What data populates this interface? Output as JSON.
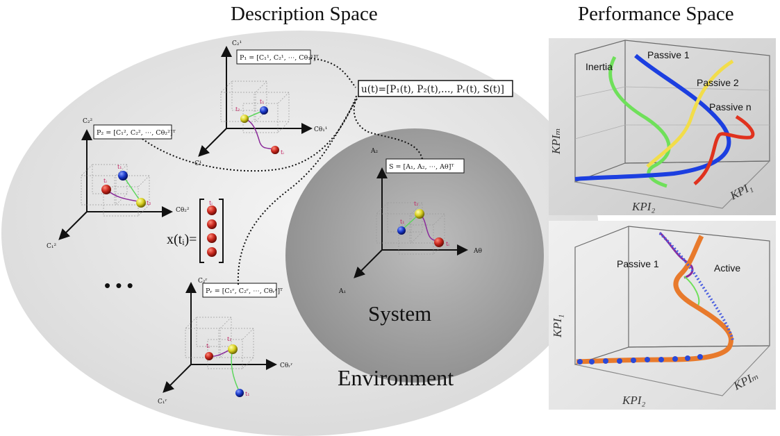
{
  "titles": {
    "description_space": "Description Space",
    "performance_space": "Performance Space"
  },
  "regions": {
    "environment": "Environment",
    "system": "System"
  },
  "control_vector": "u(t)=[P₁(t), P₂(t),…, Pᵣ(t), S(t)]",
  "state_vector_label": "x(tᵢ)=",
  "ellipsis": "• • •",
  "plots": {
    "p1": {
      "equation": "P₁ = [C₁¹, C₂¹, ⋯, Cθ₁¹]ᵀ",
      "axis_z": "C₂¹",
      "axis_x": "Cθ₁¹",
      "axis_y": "C¹"
    },
    "p2": {
      "equation": "P₂ = [C₁², C₂², ⋯, Cθ₂²]ᵀ",
      "axis_z": "C₂²",
      "axis_x": "Cθ₂²",
      "axis_y": "C₁²"
    },
    "pr": {
      "equation": "Pᵣ = [C₁ʳ, C₂ʳ, ⋯, Cθᵣʳ]ᵀ",
      "axis_z": "C₂ʳ",
      "axis_x": "Cθᵣʳ",
      "axis_y": "C₁ʳ"
    },
    "system": {
      "equation": "S = [A₁, A₂, ⋯, Aθ]ᵀ",
      "axis_z": "A₂",
      "axis_x": "Aθ",
      "axis_y": "A₁"
    }
  },
  "ball_labels": {
    "t1": "t₁",
    "t2": "t₂",
    "ti": "tᵢ"
  },
  "performance_top": {
    "curves": [
      "Inertia",
      "Passive 1",
      "Passive 2",
      "Passive n"
    ],
    "axis_vertical": "KPIₘ",
    "axis_bottom": "KPI₂",
    "axis_right": "KPI₁"
  },
  "performance_bottom": {
    "curves": [
      "Passive 1",
      "Active"
    ],
    "axis_vertical": "KPI₁",
    "axis_bottom": "KPI₂",
    "axis_right": "KPIₘ"
  },
  "colors": {
    "environment": "#e6e6e6",
    "system": "#9a9a9a",
    "inertia": "#6fe05a",
    "passive1": "#1c3fe0",
    "passive2": "#f2dd4a",
    "passiven": "#e0321e",
    "active": "#e87a2c",
    "ball_red": "#c8281e",
    "ball_blue": "#1838c8",
    "ball_yellow": "#d8d020",
    "trajectory": "#8a2a9a",
    "link_green": "#5cd65c"
  }
}
